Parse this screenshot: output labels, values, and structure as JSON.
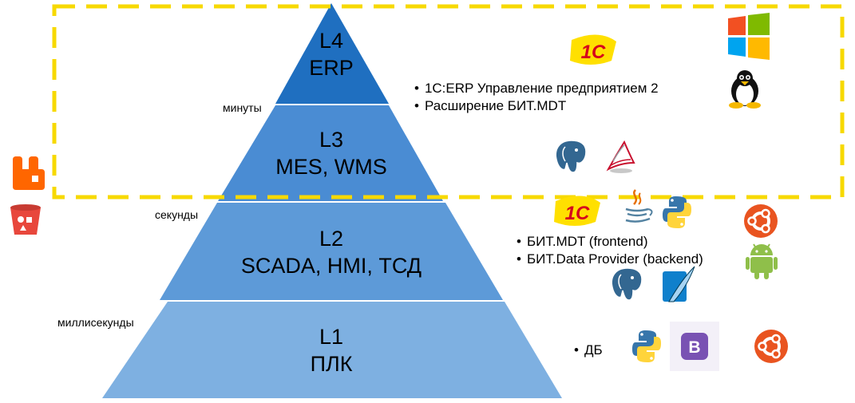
{
  "levels": [
    {
      "code": "L4",
      "name": "ERP"
    },
    {
      "code": "L3",
      "name": "MES, WMS"
    },
    {
      "code": "L2",
      "name": "SCADA, HMI, ТСД"
    },
    {
      "code": "L1",
      "name": "ПЛК"
    }
  ],
  "time_labels": {
    "minutes": "минуты",
    "seconds": "секунды",
    "milliseconds": "миллисекунды"
  },
  "groups": {
    "erp": {
      "items": [
        "1С:ERP Управление предприятием 2",
        "Расширение БИТ.MDT"
      ]
    },
    "scada": {
      "items": [
        "БИТ.MDT (frontend)",
        "БИТ.Data Provider (backend)"
      ]
    },
    "plc": {
      "items": [
        "ДБ"
      ]
    }
  },
  "onec_logo_text": "1С",
  "bootstrap_letter": "B",
  "colors": {
    "tier_top": "#1f6fc0",
    "tier_mid": "#4a8cd3",
    "tier_low": "#5d9ad8",
    "tier_base": "#7eb0e1",
    "dash_border": "#f7d900",
    "onec_red": "#d6001c",
    "onec_yellow": "#ffe000",
    "bootstrap": "#7952b3",
    "ubuntu": "#e95420",
    "android": "#8fbf4a",
    "rabbitmq": "#ff6600"
  },
  "icons": [
    "1c-logo",
    "windows-icon",
    "linux-tux-icon",
    "postgresql-icon",
    "mssql-icon",
    "java-icon",
    "python-icon",
    "ubuntu-icon",
    "android-icon",
    "sqlite-icon",
    "bootstrap-icon",
    "rabbitmq-icon",
    "bucket-icon"
  ]
}
